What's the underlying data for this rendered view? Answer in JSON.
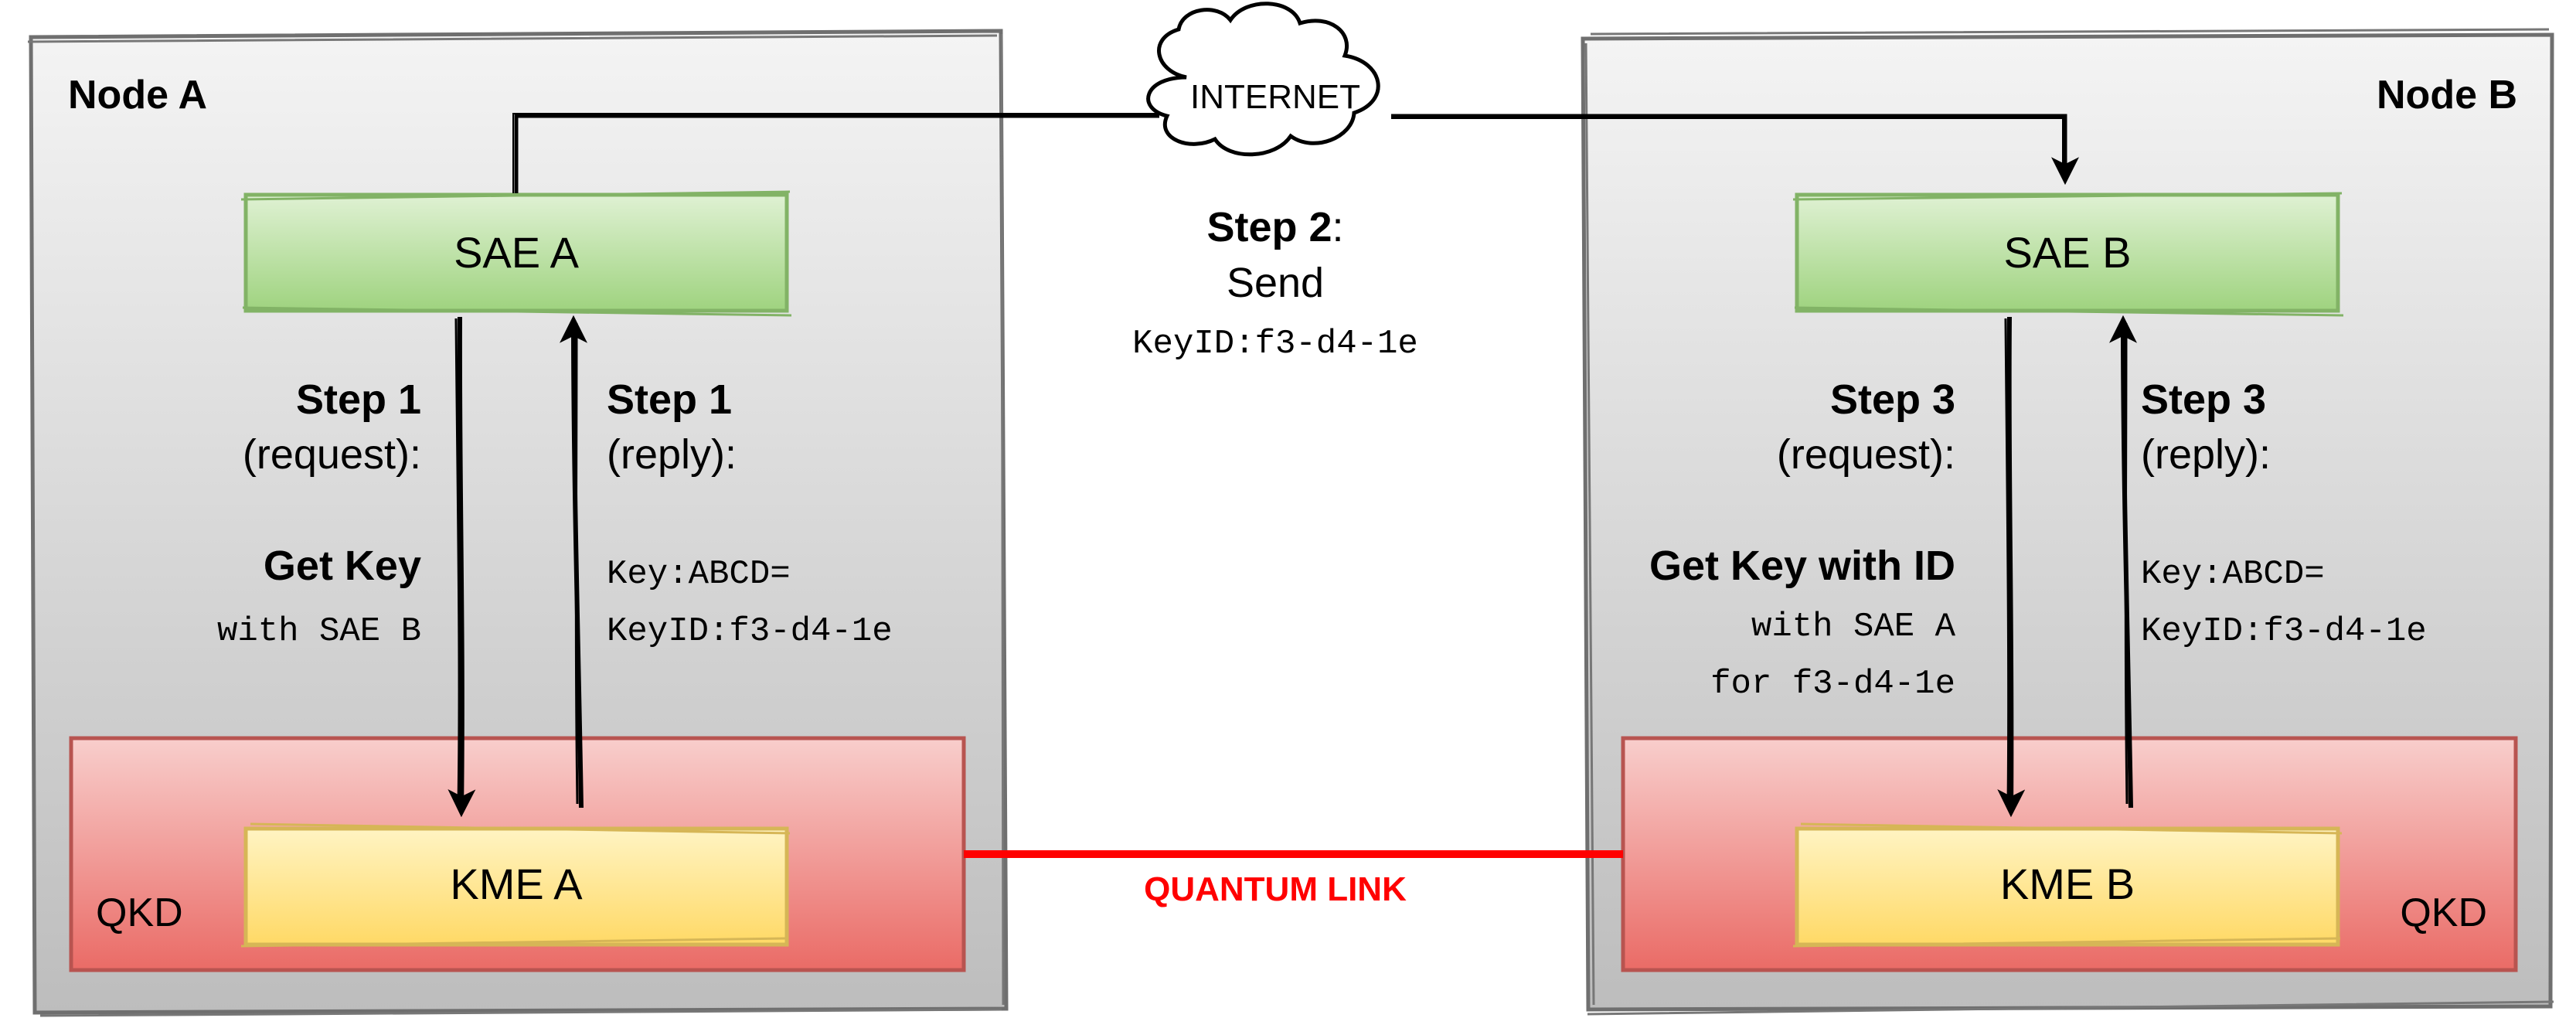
{
  "node_a": {
    "title": "Node A",
    "sae_label": "SAE A",
    "kme_label": "KME A",
    "qkd_label": "QKD",
    "request": {
      "step": "Step 1",
      "kind": "(request):",
      "action": "Get Key",
      "detail_lines": [
        "with SAE B"
      ]
    },
    "reply": {
      "step": "Step 1",
      "kind": "(reply):",
      "detail_lines": [
        "Key:ABCD=",
        "KeyID:f3-d4-1e"
      ]
    }
  },
  "node_b": {
    "title": "Node B",
    "sae_label": "SAE B",
    "kme_label": "KME B",
    "qkd_label": "QKD",
    "request": {
      "step": "Step 3",
      "kind": "(request):",
      "action": "Get Key with ID",
      "detail_lines": [
        "with SAE A",
        "for f3-d4-1e"
      ]
    },
    "reply": {
      "step": "Step 3",
      "kind": "(reply):",
      "detail_lines": [
        "Key:ABCD=",
        "KeyID:f3-d4-1e"
      ]
    }
  },
  "internet": {
    "label": "INTERNET",
    "step": "Step 2",
    "step_suffix": ":",
    "action": "Send",
    "detail": "KeyID:f3-d4-1e"
  },
  "quantum_link": {
    "label": "QUANTUM LINK"
  },
  "colors": {
    "node_fill_top": "#f4f4f4",
    "node_fill_bottom": "#bdbdbd",
    "node_border": "#6f6f6f",
    "sae_fill_top": "#dff1d3",
    "sae_fill_bottom": "#9fd37f",
    "sae_border": "#82b366",
    "qkd_fill_top": "#f8cecc",
    "qkd_fill_bottom": "#ea6b66",
    "qkd_border": "#b85450",
    "kme_fill_top": "#fff4c3",
    "kme_fill_bottom": "#ffd966",
    "kme_border": "#d6b656",
    "quantum_link": "#ff0000",
    "arrow": "#000000"
  }
}
